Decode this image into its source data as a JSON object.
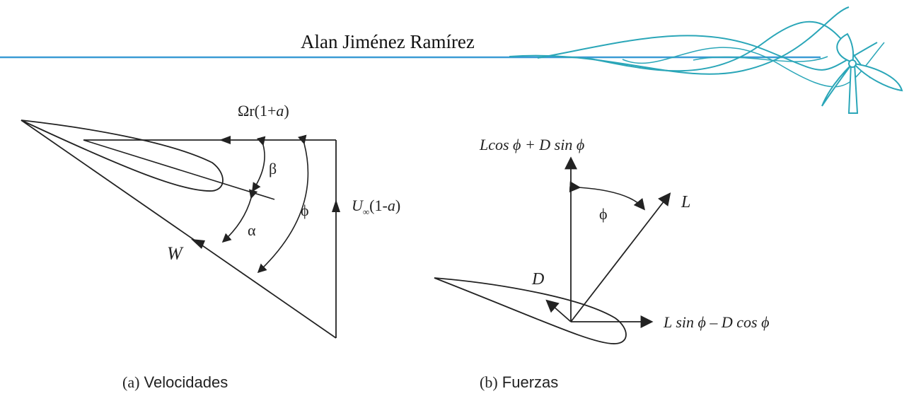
{
  "header": {
    "author": "Alan Jiménez Ramírez"
  },
  "figure_a": {
    "top_label_prefix": "Ωr(1+",
    "top_label_var": "a",
    "top_label_suffix": ")",
    "right_label_U": "U",
    "right_label_sub": "∞",
    "right_label_rest_prefix": "(1-",
    "right_label_var": "a",
    "right_label_rest_suffix": ")",
    "w_label": "W",
    "beta_label": "β",
    "alpha_label": "α",
    "phi_label": "ϕ",
    "caption_tag": "(a)",
    "caption_text": "Velocidades"
  },
  "figure_b": {
    "top_label": "Lcos ϕ + D sin ϕ",
    "right_label": "L sin ϕ – D cos ϕ",
    "lift_label": "L",
    "drag_label": "D",
    "phi_label": "ϕ",
    "caption_tag": "(b)",
    "caption_text": "Fuerzas"
  },
  "colors": {
    "header_line": "#3a9bd5",
    "logo_teal": "#2aa6b8",
    "diagram_stroke": "#222222"
  }
}
